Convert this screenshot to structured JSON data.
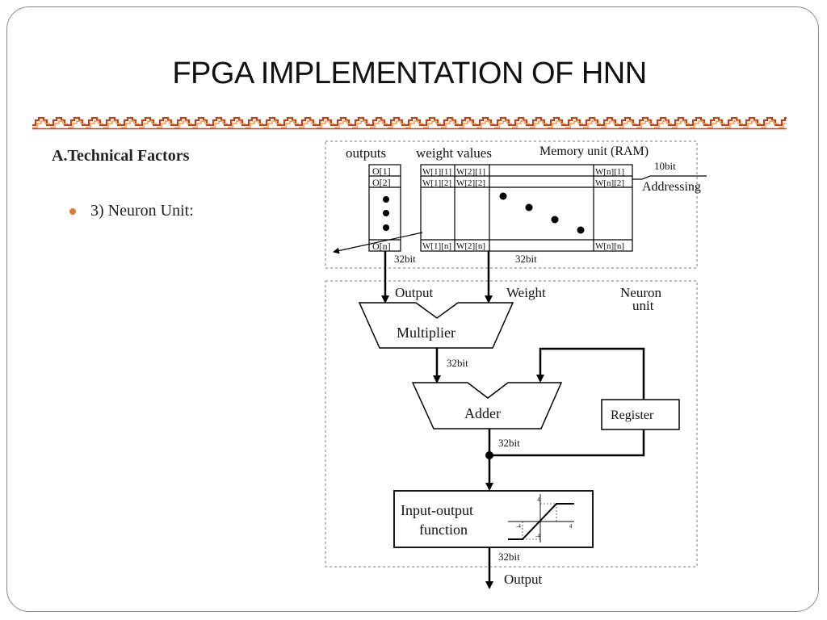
{
  "slide": {
    "title": "FPGA IMPLEMENTATION OF HNN",
    "subheading": "A.Technical Factors",
    "bullet": "3) Neuron Unit:",
    "colors": {
      "accent": "#e0773a",
      "band_dark": "#b4451f",
      "band_light": "#f0a060"
    }
  },
  "diagram": {
    "memory": {
      "label": "Memory unit (RAM)",
      "outputs_label": "outputs",
      "weights_label": "weight values",
      "o1": "O[1]",
      "o2": "O[2]",
      "on": "O[n]",
      "w11": "W[1][1]",
      "w21": "W[2][1]",
      "wn1": "W[n][1]",
      "w12": "W[1][2]",
      "w22": "W[2][2]",
      "wn2": "W[n][2]",
      "w1n": "W[1][n]",
      "w2n": "W[2][n]",
      "wnn": "W[n][n]",
      "tenbit": "10bit",
      "addressing": "Addressing",
      "bits_left": "32bit",
      "bits_right": "32bit"
    },
    "neuron": {
      "label_line1": "Neuron",
      "label_line2": "unit",
      "output_in": "Output",
      "weight_in": "Weight",
      "multiplier": "Multiplier",
      "adder": "Adder",
      "register": "Register",
      "bits_mult": "32bit",
      "bits_adder": "32bit",
      "io_line1": "Input-output",
      "io_line2": "function",
      "bits_out": "32bit",
      "final_output": "Output",
      "graph_tick_top": "4",
      "graph_tick_bottom": "-4",
      "graph_tick_left": "-4",
      "graph_tick_right": "4"
    }
  }
}
